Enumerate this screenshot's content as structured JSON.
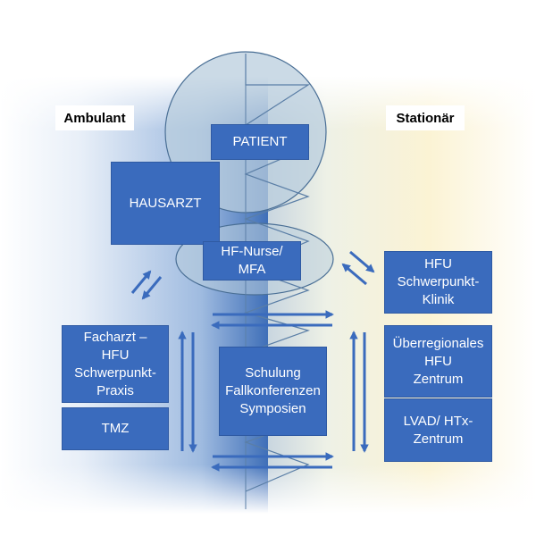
{
  "labels": {
    "left": "Ambulant",
    "right": "Stationär"
  },
  "boxes": {
    "patient": "PATIENT",
    "hausarzt": "HAUSARZT",
    "hf_nurse": "HF-Nurse/\nMFA",
    "facharzt": "Facharzt –\nHFU\nSchwerpunkt-\nPraxis",
    "tmz": "TMZ",
    "schulung": "Schulung\nFallkonferenzen\nSymposien",
    "hfu_klinik": "HFU\nSchwerpunkt-\nKlinik",
    "ueberregional": "Überregionales\nHFU\nZentrum",
    "lvad": "LVAD/ HTx-\nZentrum"
  },
  "colors": {
    "box_fill": "#3a6bbd",
    "arrow": "#3a6bbd",
    "circle_fill": "#b9cedd",
    "ambulant_side": "#3f6fb8",
    "stationaer_side": "#fbf3d4"
  }
}
